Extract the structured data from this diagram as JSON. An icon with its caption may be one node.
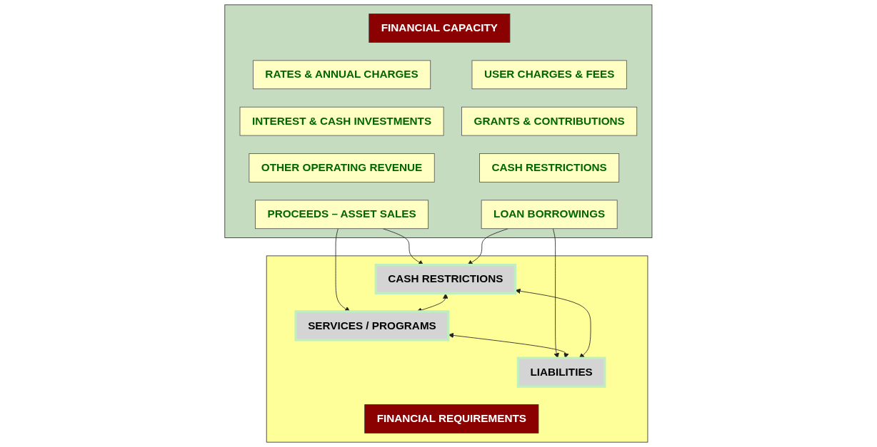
{
  "diagram": {
    "nodes": [
      {
        "text": [],
        "shape": "box"
      },
      {
        "text": [
          "FINANCIAL CAPACITY"
        ],
        "in": 0
      },
      {
        "text": [
          "RATES & ANNUAL CHARGES"
        ],
        "in": 0
      },
      {
        "text": [
          "USER CHARGES & FEES"
        ],
        "in": 0
      },
      {
        "text": [
          "INTEREST & CASH INVESTMENTS"
        ],
        "in": 0
      },
      {
        "text": [
          "GRANTS & CONTRIBUTIONS"
        ],
        "in": 0
      },
      {
        "text": [
          "OTHER OPERATING REVENUE"
        ],
        "in": 0
      },
      {
        "text": [
          "CASH RESTRICTIONS"
        ],
        "in": 0
      },
      {
        "text": [
          "PROCEEDS – ASSET SALES"
        ],
        "in": 0
      },
      {
        "text": [
          "LOAN BORROWINGS"
        ],
        "in": 0
      },
      {
        "text": [],
        "shape": "box"
      },
      {
        "text": [
          "SERVICES / PROGRAMS"
        ],
        "in": 10
      },
      {
        "text": [
          "LIABILITIES"
        ],
        "in": 10
      },
      {
        "text": [
          "CASH RESTRICTIONS"
        ],
        "in": 10
      },
      {
        "text": [
          "FINANCIAL REQUIREMENTS"
        ],
        "in": 10
      }
    ],
    "edges": [
      {
        "from": 8,
        "to": 11,
        "arrow": "to"
      },
      {
        "from": 9,
        "to": 12,
        "arrow": "to"
      },
      {
        "from": 8,
        "to": 13,
        "arrow": "to"
      },
      {
        "from": 9,
        "to": 13,
        "arrow": "to"
      },
      {
        "from": 11,
        "to": 12,
        "arrow": "both"
      },
      {
        "from": 13,
        "to": 11,
        "arrow": "both"
      },
      {
        "from": 13,
        "to": 12,
        "arrow": "both"
      }
    ]
  }
}
